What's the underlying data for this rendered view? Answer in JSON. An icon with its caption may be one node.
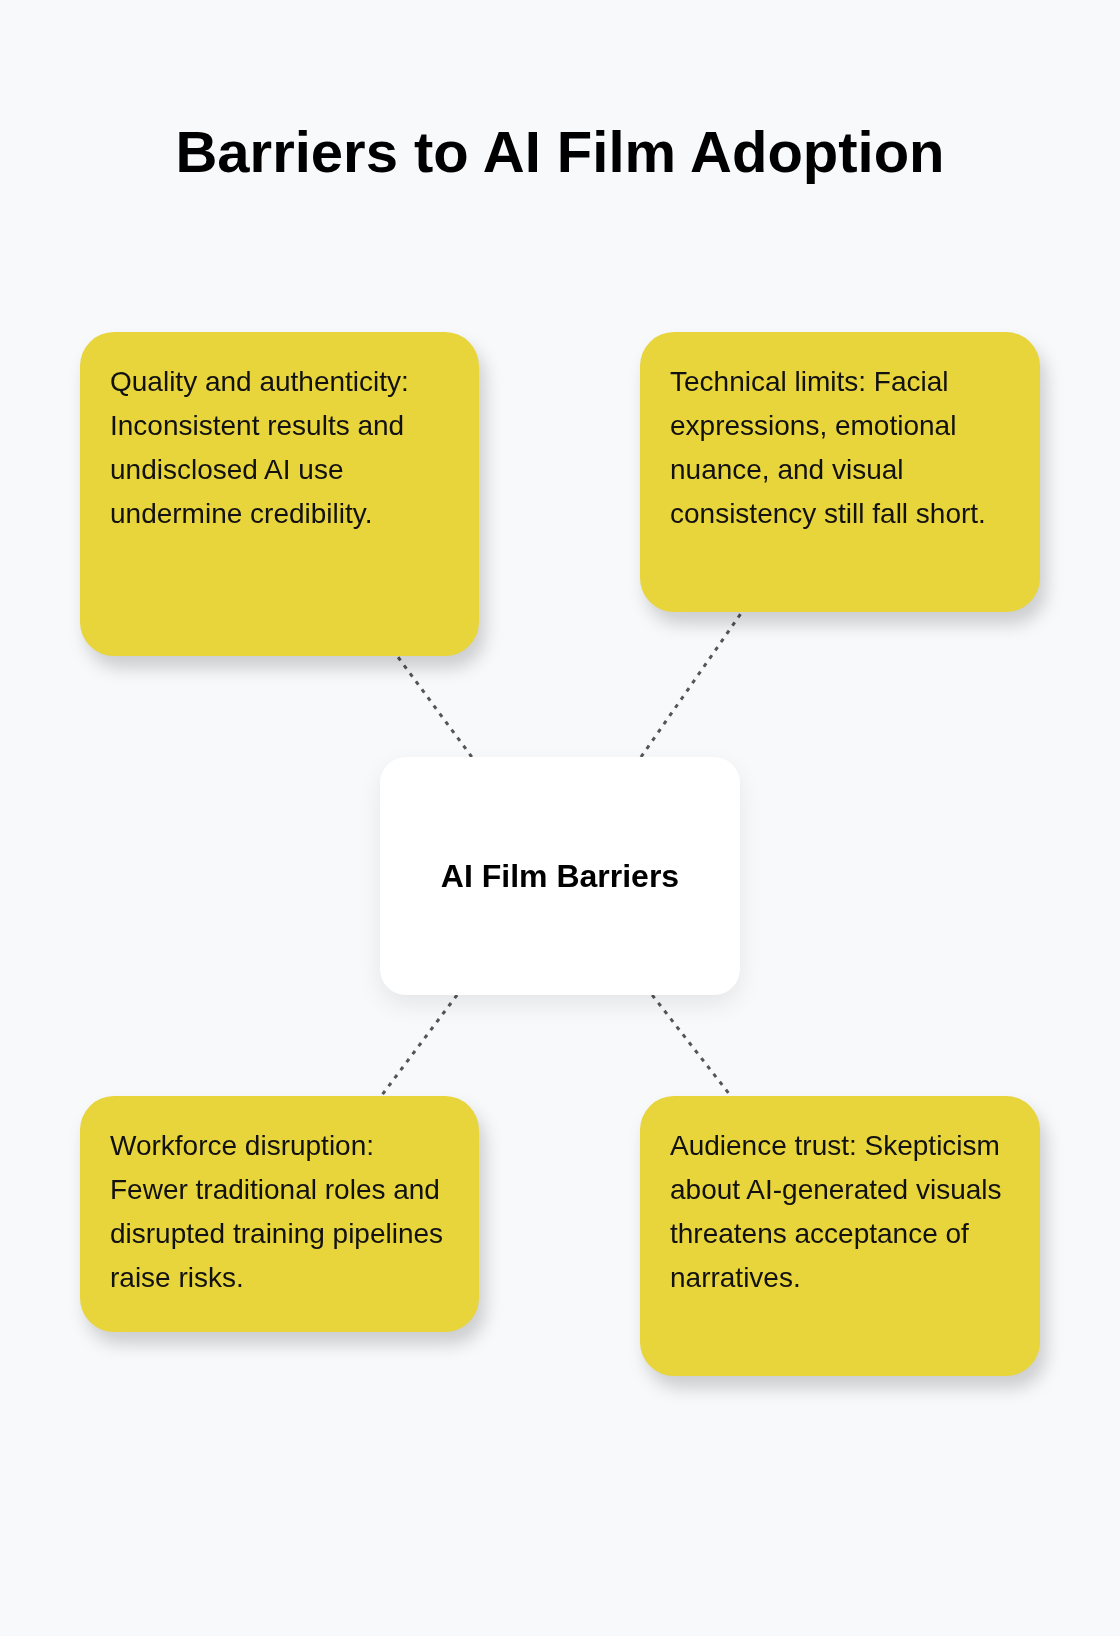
{
  "diagram": {
    "title": "Barriers to AI Film Adoption",
    "nodes": [
      {
        "text": [
          "Quality and authenticity: Inconsistent results and undisclosed AI use undermine credibility."
        ]
      },
      {
        "text": [
          "Technical limits: Facial expressions, emotional nuance, and visual consistency still fall short."
        ]
      },
      {
        "text": [
          "AI Film Barriers"
        ]
      },
      {
        "text": [
          "Workforce disruption: Fewer traditional roles and disrupted training pipelines raise risks."
        ]
      },
      {
        "text": [
          "Audience trust: Skepticism about AI-generated visuals threatens acceptance of narratives."
        ]
      }
    ],
    "edges": [
      {
        "from": 2,
        "to": 0,
        "arrow": "none",
        "style": "dashed"
      },
      {
        "from": 2,
        "to": 1,
        "arrow": "none",
        "style": "dashed"
      },
      {
        "from": 2,
        "to": 3,
        "arrow": "none",
        "style": "dashed"
      },
      {
        "from": 2,
        "to": 4,
        "arrow": "none",
        "style": "dashed"
      }
    ]
  }
}
